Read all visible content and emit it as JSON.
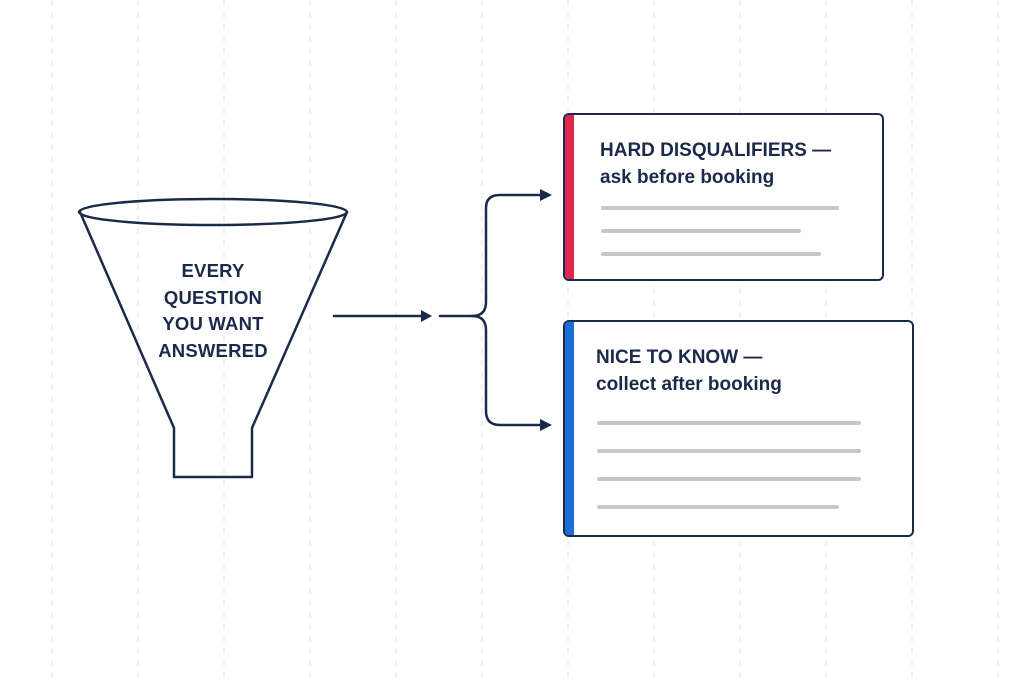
{
  "colors": {
    "ink": "#1b2a4a",
    "hard_accent": "#e0284f",
    "nice_accent": "#1a6fd6",
    "placeholder_line": "#c7c7c7",
    "grid_line": "#e6e6e6"
  },
  "funnel": {
    "label_lines": [
      "EVERY",
      "QUESTION",
      "YOU WANT",
      "ANSWERED"
    ]
  },
  "cards": {
    "hard": {
      "title_line1": "HARD DISQUALIFIERS —",
      "title_line2": "ask before booking",
      "placeholder_lines": 3
    },
    "nice": {
      "title_line1": "NICE TO KNOW —",
      "title_line2": "collect after booking",
      "placeholder_lines": 4
    }
  }
}
